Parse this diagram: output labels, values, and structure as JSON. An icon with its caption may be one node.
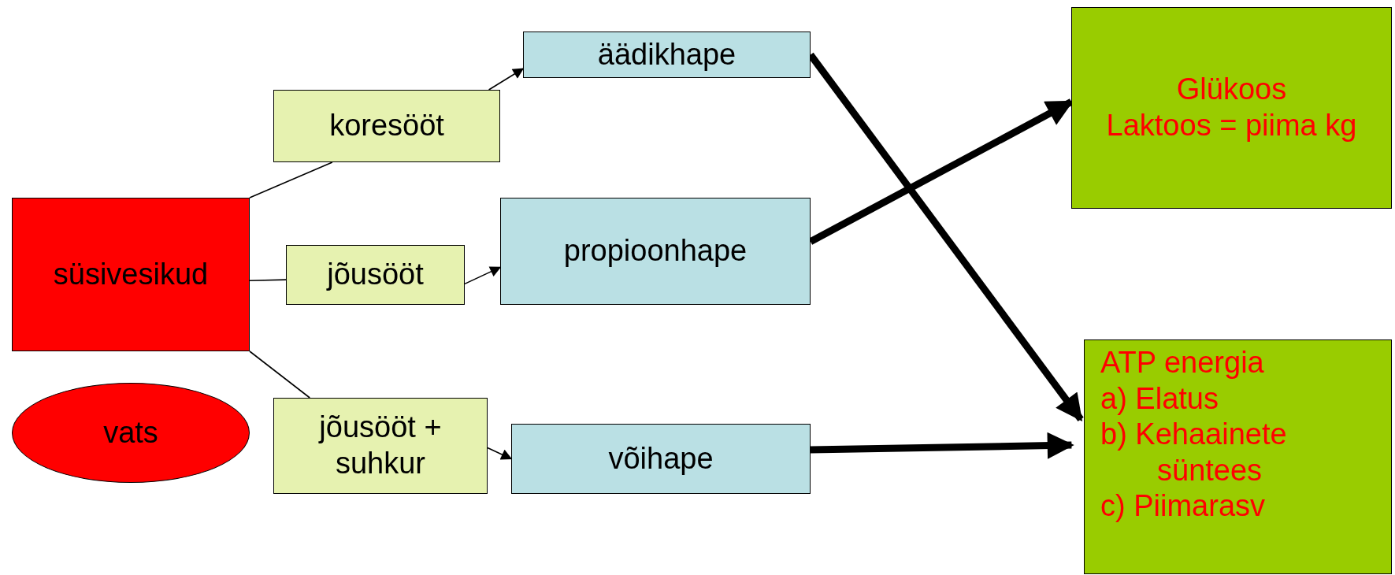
{
  "diagram": {
    "nodes": [
      {
        "text": [
          "süsivesikud"
        ]
      },
      {
        "text": [
          "vats"
        ]
      },
      {
        "text": [
          "koresööt"
        ]
      },
      {
        "text": [
          "jõusööt"
        ]
      },
      {
        "text": [
          "jõusööt + suhkur"
        ]
      },
      {
        "text": [
          "äädikhape"
        ]
      },
      {
        "text": [
          "propioonhape"
        ]
      },
      {
        "text": [
          "võihape"
        ]
      },
      {
        "text": [
          "Glükoos",
          "Laktoos = piima kg"
        ]
      },
      {
        "text": [
          "ATP energia",
          "a)  Elatus",
          "b)  Kehaainete süntees",
          "c) Piimarasv"
        ]
      }
    ],
    "edges": [
      {
        "from": 0,
        "to": 2,
        "arrow": "none"
      },
      {
        "from": 2,
        "to": 5,
        "arrow": "to"
      },
      {
        "from": 0,
        "to": 3,
        "arrow": "none"
      },
      {
        "from": 3,
        "to": 6,
        "arrow": "to"
      },
      {
        "from": 0,
        "to": 4,
        "arrow": "none"
      },
      {
        "from": 4,
        "to": 7,
        "arrow": "to"
      },
      {
        "from": 5,
        "to": 9,
        "arrow": "to",
        "style": "thick"
      },
      {
        "from": 6,
        "to": 8,
        "arrow": "to",
        "style": "thick"
      },
      {
        "from": 7,
        "to": 9,
        "arrow": "to",
        "style": "thick"
      }
    ]
  }
}
